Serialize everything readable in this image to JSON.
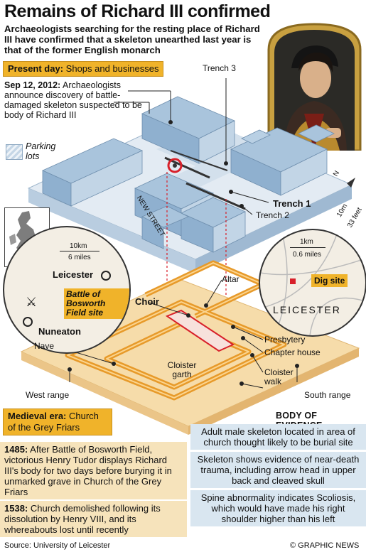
{
  "title": "Remains of Richard III confirmed",
  "subtitle": "Archaeologists searching for the resting place of Richard III have confirmed that a skeleton unearthed last year is that of the former English monarch",
  "present_day": {
    "lead": "Present day:",
    "text": "Shops and businesses"
  },
  "discovery_note": {
    "date": "Sep 12, 2012:",
    "text": "Archaeologists announce discovery of battle-damaged skeleton suspected to be body of Richard III"
  },
  "parking_label": "Parking lots",
  "trenches": {
    "t1": "Trench 1",
    "t2": "Trench 2",
    "t3": "Trench 3"
  },
  "street_label": "NEW STREET",
  "scale_main": {
    "top": "10m",
    "bottom": "33 feet"
  },
  "compass": "N",
  "left_map": {
    "scale_km": "10km",
    "scale_mi": "6 miles",
    "leicester": "Leicester",
    "nuneaton": "Nuneaton",
    "battle": "Battle of Bosworth Field site"
  },
  "right_map": {
    "scale_km": "1km",
    "scale_mi": "0.6 miles",
    "city": "LEICESTER",
    "dig": "Dig site"
  },
  "church_labels": {
    "altar": "Altar",
    "choir": "Choir",
    "presbytery": "Presbytery",
    "chapter_house": "Chapter house",
    "nave": "Nave",
    "cloister_garth": "Cloister garth",
    "cloister_walk": "Cloister walk",
    "west_range": "West range",
    "south_range": "South range"
  },
  "medieval": {
    "lead": "Medieval era:",
    "text": "Church of the Grey Friars"
  },
  "history": [
    {
      "year": "1485:",
      "text": "After Battle of Bosworth Field, victorious Henry Tudor displays Richard III's body for two days before burying it in unmarked grave in Church of the Grey Friars"
    },
    {
      "year": "1538:",
      "text": "Church demolished following its dissolution by Henry VIII, and its whereabouts lost until recently"
    }
  ],
  "evidence_heading": "BODY OF EVIDENCE",
  "evidence": [
    "Adult male skeleton located in area of church thought likely to be burial site",
    "Skeleton shows evidence of near-death trauma, including arrow head in upper back and cleaved skull",
    "Spine abnormality indicates Scoliosis, which would have made his right shoulder higher than his left"
  ],
  "source": "Source: University of Leicester",
  "credit": "© GRAPHIC NEWS",
  "colors": {
    "banner": "#f0b32a",
    "buildings": "#a9c4dc",
    "church": "#f2b24e",
    "base": "#f6dcaa",
    "highlight": "#d8202a"
  }
}
